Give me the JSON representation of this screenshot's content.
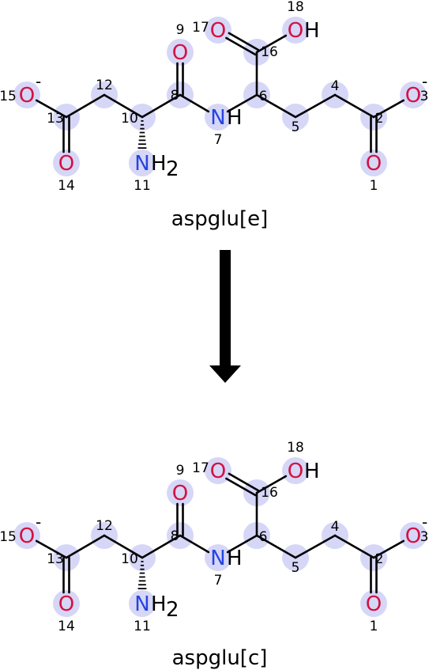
{
  "diagram": {
    "colors": {
      "oxygen": "#d3123f",
      "nitrogen": "#2445e0",
      "hydrogen": "#000000",
      "highlight": "#d6d6f7",
      "bond": "#000000"
    },
    "molecules": [
      {
        "label": "aspglu[e]",
        "atoms": [
          {
            "id": 1,
            "sym": "O"
          },
          {
            "id": 2,
            "sym": "C"
          },
          {
            "id": 3,
            "sym": "O",
            "charge": "-"
          },
          {
            "id": 4,
            "sym": "C"
          },
          {
            "id": 5,
            "sym": "C"
          },
          {
            "id": 6,
            "sym": "C"
          },
          {
            "id": 7,
            "sym": "N",
            "h": "H"
          },
          {
            "id": 8,
            "sym": "C"
          },
          {
            "id": 9,
            "sym": "O"
          },
          {
            "id": 10,
            "sym": "C"
          },
          {
            "id": 11,
            "sym": "N",
            "h": "H",
            "hsub": "2"
          },
          {
            "id": 12,
            "sym": "C"
          },
          {
            "id": 13,
            "sym": "C"
          },
          {
            "id": 14,
            "sym": "O"
          },
          {
            "id": 15,
            "sym": "O",
            "charge": "-"
          },
          {
            "id": 16,
            "sym": "C"
          },
          {
            "id": 17,
            "sym": "O"
          },
          {
            "id": 18,
            "sym": "O",
            "h": "H"
          }
        ],
        "bonds": [
          [
            15,
            13,
            1
          ],
          [
            13,
            14,
            2
          ],
          [
            13,
            12,
            1
          ],
          [
            12,
            10,
            1
          ],
          [
            10,
            11,
            "hash"
          ],
          [
            10,
            8,
            1
          ],
          [
            8,
            9,
            2
          ],
          [
            8,
            7,
            1
          ],
          [
            7,
            6,
            1
          ],
          [
            6,
            16,
            1
          ],
          [
            16,
            17,
            2
          ],
          [
            16,
            18,
            1
          ],
          [
            6,
            5,
            1
          ],
          [
            5,
            4,
            1
          ],
          [
            4,
            2,
            1
          ],
          [
            2,
            1,
            2
          ],
          [
            2,
            3,
            1
          ]
        ]
      },
      {
        "label": "aspglu[c]",
        "atoms": [
          {
            "id": 1,
            "sym": "O"
          },
          {
            "id": 2,
            "sym": "C"
          },
          {
            "id": 3,
            "sym": "O",
            "charge": "-"
          },
          {
            "id": 4,
            "sym": "C"
          },
          {
            "id": 5,
            "sym": "C"
          },
          {
            "id": 6,
            "sym": "C"
          },
          {
            "id": 7,
            "sym": "N",
            "h": "H"
          },
          {
            "id": 8,
            "sym": "C"
          },
          {
            "id": 9,
            "sym": "O"
          },
          {
            "id": 10,
            "sym": "C"
          },
          {
            "id": 11,
            "sym": "N",
            "h": "H",
            "hsub": "2"
          },
          {
            "id": 12,
            "sym": "C"
          },
          {
            "id": 13,
            "sym": "C"
          },
          {
            "id": 14,
            "sym": "O"
          },
          {
            "id": 15,
            "sym": "O",
            "charge": "-"
          },
          {
            "id": 16,
            "sym": "C"
          },
          {
            "id": 17,
            "sym": "O"
          },
          {
            "id": 18,
            "sym": "O",
            "h": "H"
          }
        ],
        "bonds": [
          [
            15,
            13,
            1
          ],
          [
            13,
            14,
            2
          ],
          [
            13,
            12,
            1
          ],
          [
            12,
            10,
            1
          ],
          [
            10,
            11,
            "hash"
          ],
          [
            10,
            8,
            1
          ],
          [
            8,
            9,
            2
          ],
          [
            8,
            7,
            1
          ],
          [
            7,
            6,
            1
          ],
          [
            6,
            16,
            1
          ],
          [
            16,
            17,
            2
          ],
          [
            16,
            18,
            1
          ],
          [
            6,
            5,
            1
          ],
          [
            5,
            4,
            1
          ],
          [
            4,
            2,
            1
          ],
          [
            2,
            1,
            2
          ],
          [
            2,
            3,
            1
          ]
        ]
      }
    ]
  }
}
